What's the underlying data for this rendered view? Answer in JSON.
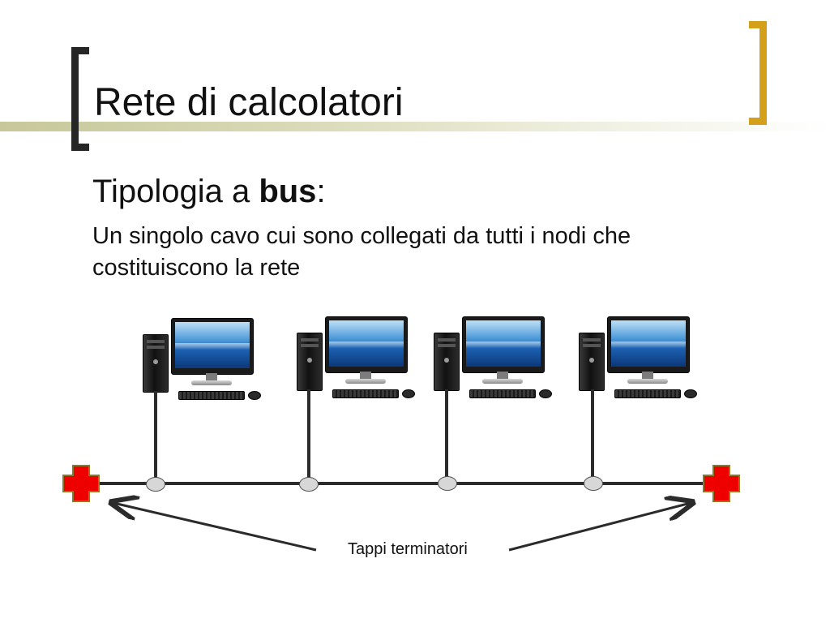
{
  "slide": {
    "title": "Rete di calcolatori",
    "subheading_prefix": "Tipologia a ",
    "subheading_bold": "bus",
    "subheading_suffix": ":",
    "body": "Un singolo cavo cui sono collegati da tutti i nodi che costituiscono la rete"
  },
  "diagram": {
    "computers": 4,
    "terminator_label": "Tappi terminatori",
    "colors": {
      "bracket_left": "#262626",
      "bracket_right": "#d4a01c",
      "terminator": "#ee0000",
      "cable": "#2b2b2b",
      "node": "#d7d7d7"
    }
  }
}
